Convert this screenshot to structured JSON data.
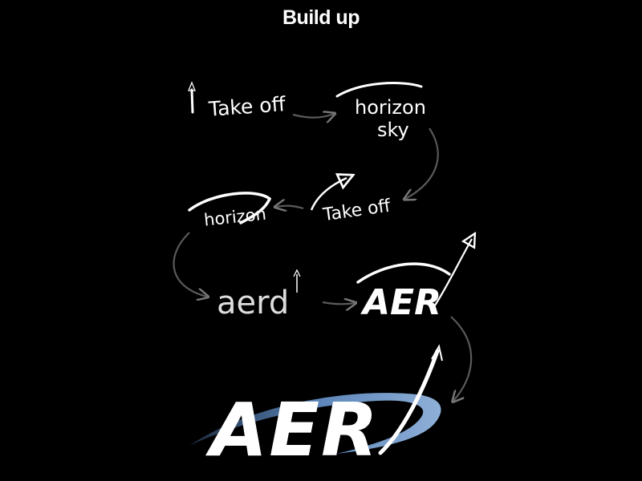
{
  "title": "Build up",
  "sketches": {
    "step1": {
      "text": "Take off"
    },
    "step2": {
      "line1": "horizon",
      "line2": "sky"
    },
    "step3": {
      "text": "Take off"
    },
    "step4": {
      "text": "horizon"
    },
    "step5": {
      "text": "aerd"
    },
    "step6": {
      "text": "AER"
    }
  },
  "logo": {
    "text": "AER",
    "colors": {
      "swoosh": "#5a84b8",
      "letters": "#ffffff",
      "arrows": "#6a6a6a"
    }
  }
}
